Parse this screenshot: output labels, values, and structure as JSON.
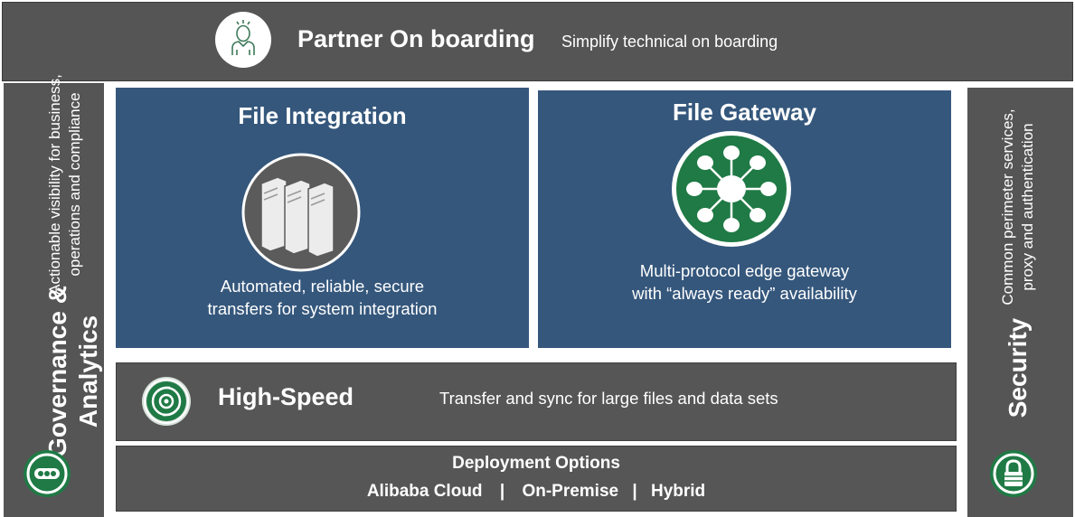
{
  "partner": {
    "title": "Partner On boarding",
    "subtitle": "Simplify technical on boarding",
    "icon": "person-icon"
  },
  "governance": {
    "title": "Governance & Analytics",
    "description": "Actionable visibility for business, operations and compliance",
    "icon": "analytics-icon"
  },
  "security": {
    "title": "Security",
    "description": "Common perimeter services, proxy and authentication",
    "icon": "lock-icon"
  },
  "file_integration": {
    "title": "File Integration",
    "description": "Automated, reliable, secure transfers for system integration",
    "icon": "server-icon"
  },
  "file_gateway": {
    "title": "File Gateway",
    "description": "Multi-protocol edge gateway with “always ready” availability",
    "icon": "network-hub-icon"
  },
  "high_speed": {
    "title": "High-Speed",
    "description": "Transfer and sync for large files and data sets",
    "icon": "high-speed-icon"
  },
  "deployment": {
    "title": "Deployment Options",
    "options": [
      "Alibaba Cloud",
      "On-Premise",
      "Hybrid"
    ],
    "separator": "|"
  },
  "colors": {
    "panel_gray": "#555555",
    "panel_blue": "#35577c",
    "accent_green": "#1f7a45"
  }
}
